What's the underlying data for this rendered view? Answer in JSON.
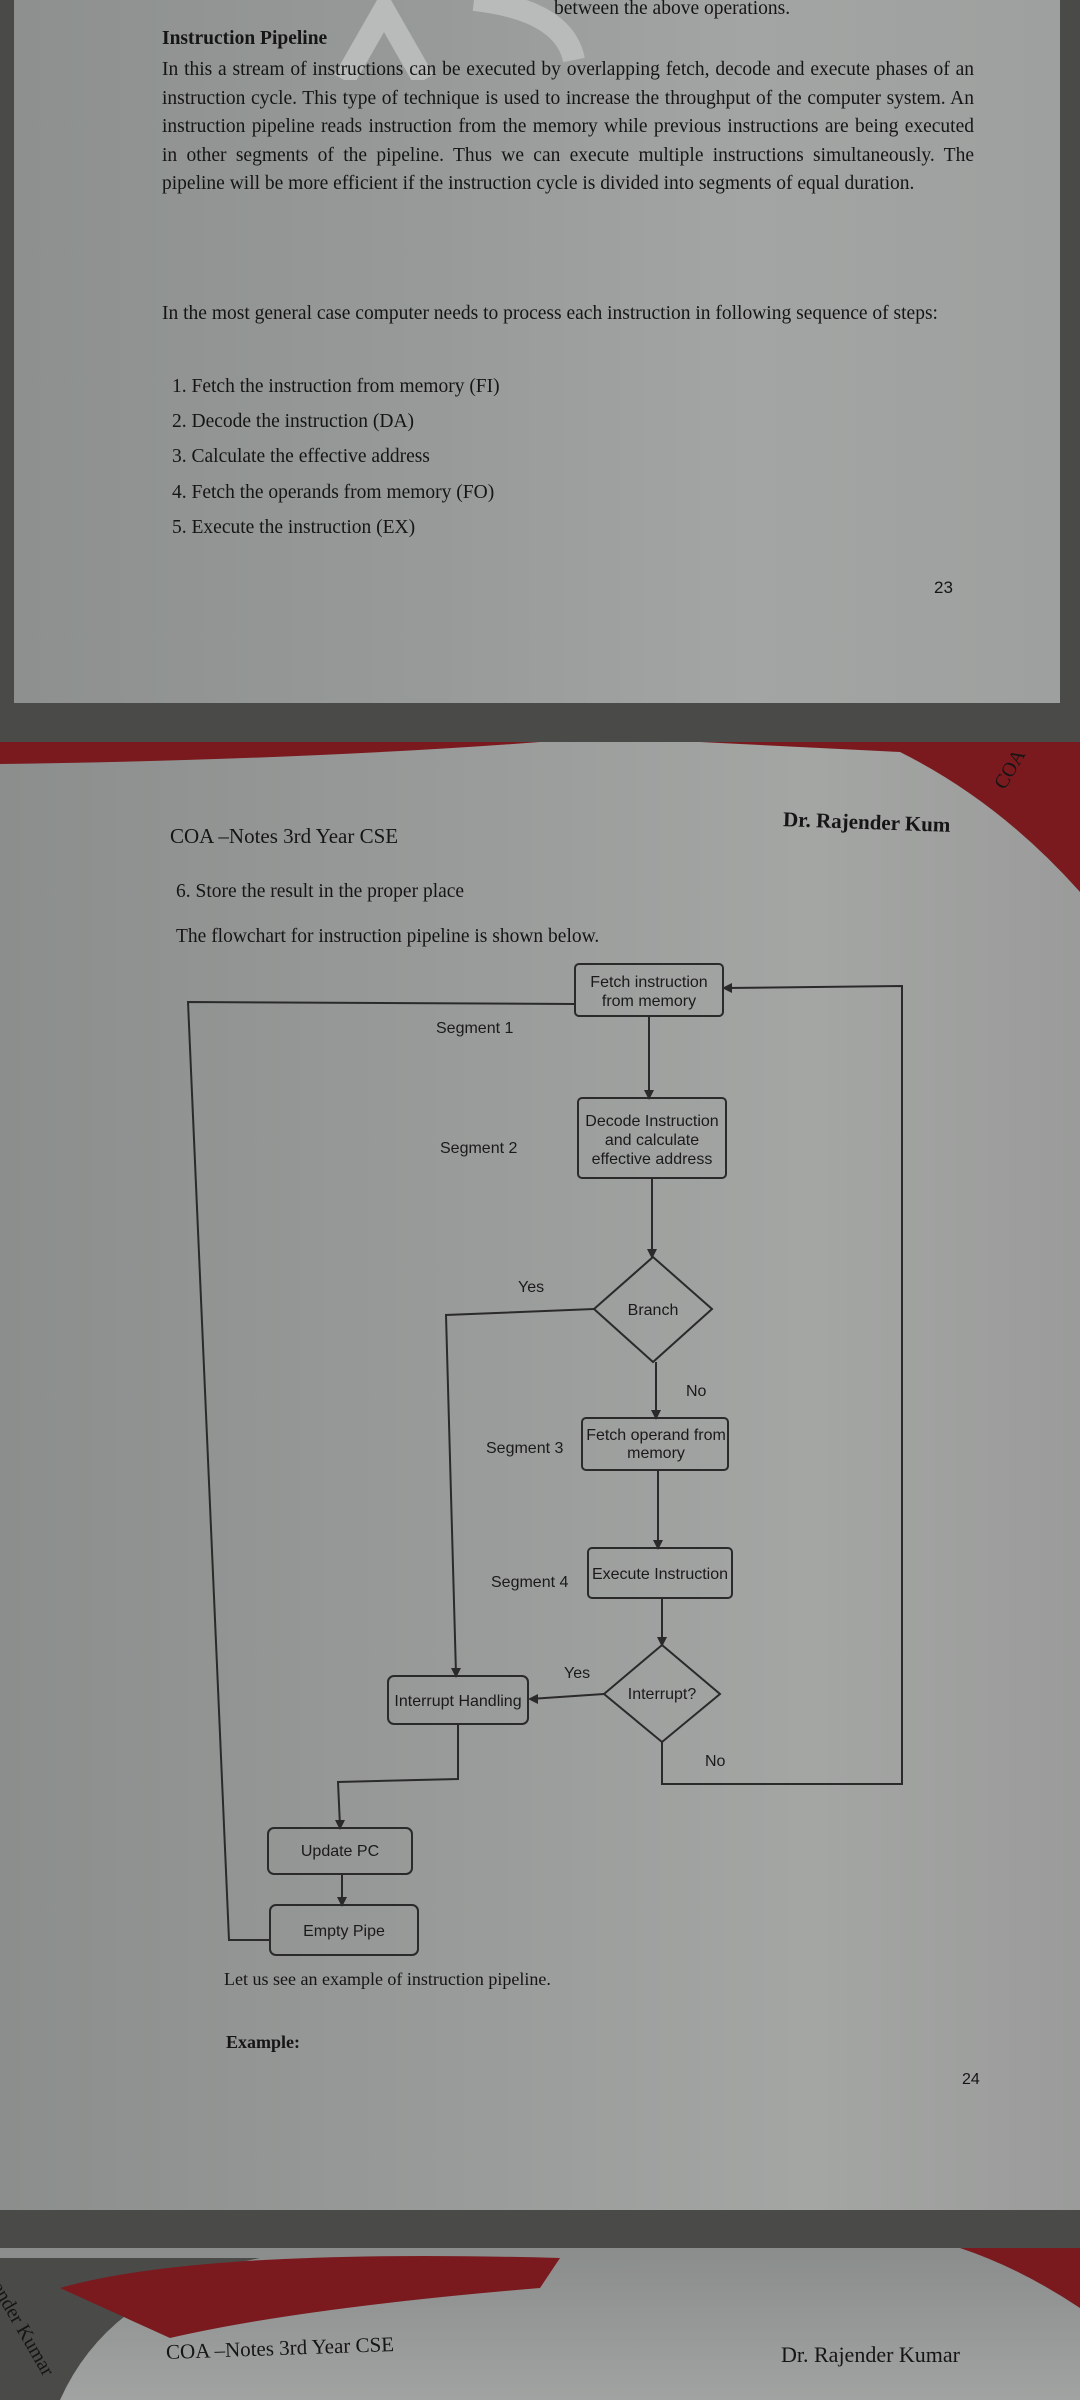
{
  "page1": {
    "top_partial": "between the above operations.",
    "heading": "Instruction Pipeline",
    "para1": "In this a stream of instructions can be executed by overlapping fetch, decode and execute phases of an instruction cycle. This type of technique is used to increase the throughput of the computer system. An instruction pipeline reads instruction from the memory while previous instructions are being executed in other segments of the pipeline. Thus we can execute multiple instructions simultaneously. The pipeline will be more efficient if the instruction cycle is divided into segments of equal duration.",
    "para2": "In the most general case computer needs to process each instruction in following sequence of steps:",
    "steps": [
      "1.  Fetch the instruction from memory (FI)",
      "2.  Decode the instruction (DA)",
      "3.  Calculate the effective address",
      "4.  Fetch the operands from memory (FO)",
      "5.  Execute the instruction (EX)"
    ],
    "page_number": "23"
  },
  "page2": {
    "header_left": "COA –Notes 3rd Year CSE",
    "header_right": "Dr. Rajender Kum",
    "side_tab": "COA",
    "step6": "6.  Store the result in the proper place",
    "intro": "The flowchart for instruction pipeline is shown below.",
    "flowchart": {
      "fetch_line1": "Fetch instruction",
      "fetch_line2": "from memory",
      "decode_line1": "Decode Instruction",
      "decode_line2": "and calculate",
      "decode_line3": "effective address",
      "branch": "Branch",
      "fetch_operand_line1": "Fetch operand from",
      "fetch_operand_line2": "memory",
      "execute": "Execute Instruction",
      "interrupt": "Interrupt?",
      "interrupt_handling": "Interrupt Handling",
      "update_pc": "Update PC",
      "empty_pipe": "Empty Pipe",
      "segment1": "Segment 1",
      "segment2": "Segment 2",
      "segment3": "Segment 3",
      "segment4": "Segment 4",
      "yes_branch": "Yes",
      "no_branch": "No",
      "yes_interrupt": "Yes",
      "no_interrupt": "No"
    },
    "example_intro": "Let us see an example of instruction pipeline.",
    "example_label": "Example:",
    "page_number": "24"
  },
  "page3": {
    "header_left": "COA –Notes 3rd Year CSE",
    "header_right": "Dr. Rajender Kumar",
    "side_text": "ender Kumar"
  },
  "colors": {
    "background": "#4a4a48",
    "paper": "#9a9c9b",
    "text": "#151515",
    "cover_red": "#7a1a1e"
  }
}
